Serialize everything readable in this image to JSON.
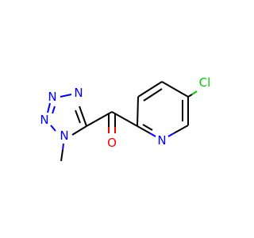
{
  "molecule": {
    "atoms": {
      "cl": {
        "label": "Cl",
        "color": "#00cc00"
      },
      "n_pyridine": {
        "label": "N",
        "color": "#0000ff"
      },
      "o_carbonyl": {
        "label": "O",
        "color": "#ff0000"
      },
      "n_t1": {
        "label": "N",
        "color": "#0000ff"
      },
      "n_t2": {
        "label": "N",
        "color": "#0000ff"
      },
      "n_t3": {
        "label": "N",
        "color": "#0000ff"
      },
      "n_t4": {
        "label": "N",
        "color": "#0000ff"
      }
    },
    "bond_color": "#000000"
  }
}
